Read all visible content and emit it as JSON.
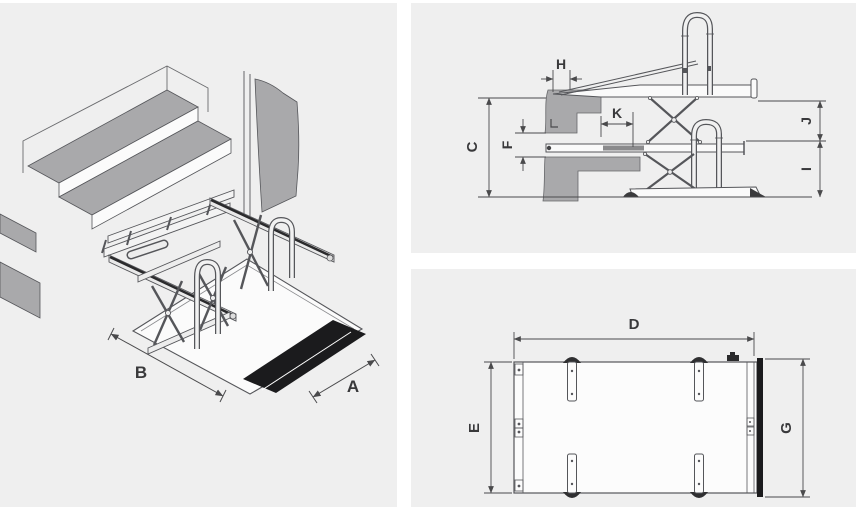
{
  "colors": {
    "page_bg": "#ffffff",
    "panel_bg": "#efefef",
    "line": "#55565a",
    "dim_line": "#4a4a4c",
    "shade_gray": "#a9a9ab",
    "light_fill": "#fafafa",
    "black_part": "#1b1b1d",
    "label_text": "#39393b"
  },
  "isometric_view": {
    "dim_labels": {
      "b": "B",
      "a": "A"
    }
  },
  "side_view": {
    "dim_labels": {
      "h": "H",
      "c": "C",
      "f": "F",
      "k": "K",
      "j": "J",
      "i": "I"
    }
  },
  "plan_view": {
    "dim_labels": {
      "d": "D",
      "e": "E",
      "g": "G"
    }
  }
}
